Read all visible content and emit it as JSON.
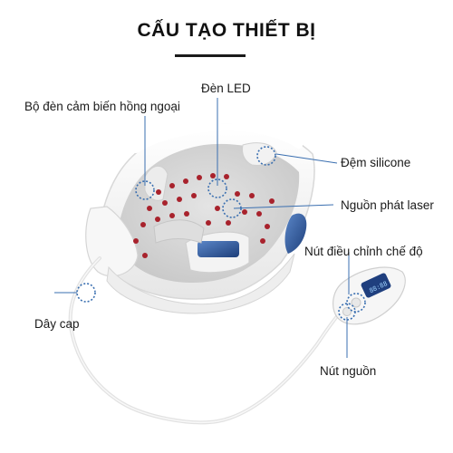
{
  "header": {
    "title": "CẤU TẠO THIẾT BỊ"
  },
  "callouts": {
    "sensor": "Bộ đèn cảm biến hồng ngoại",
    "led": "Đèn LED",
    "cushion": "Đệm silicone",
    "laser": "Nguồn phát laser",
    "mode_button": "Nút điều chỉnh chế độ",
    "cable": "Dây cap",
    "power_button": "Nút nguồn"
  },
  "colors": {
    "accent": "#3a6fb0",
    "led_red": "#a8222c",
    "shell": "#f4f4f4",
    "inner": "#d9d9d9",
    "text": "#1a1a1a"
  },
  "icons": {
    "callout_marker": "dotted-circle-icon"
  }
}
